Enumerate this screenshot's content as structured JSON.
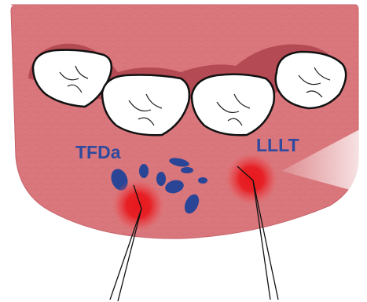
{
  "labels": {
    "left": "TFDa",
    "right": "LLLT"
  },
  "icons": {
    "teeth": "molar-tooth-icon",
    "spots": "blue-stain-spots",
    "glow": "red-laser-glow"
  },
  "colors": {
    "gum": "#d9777c",
    "gum_dark": "#b44a53",
    "gum_light": "#e79a9d",
    "label_text": "#2f4a9e",
    "tooth_fill": "#ffffff",
    "outline": "#111111",
    "stain": "#2a4596",
    "laser_red": "#e8171c"
  }
}
